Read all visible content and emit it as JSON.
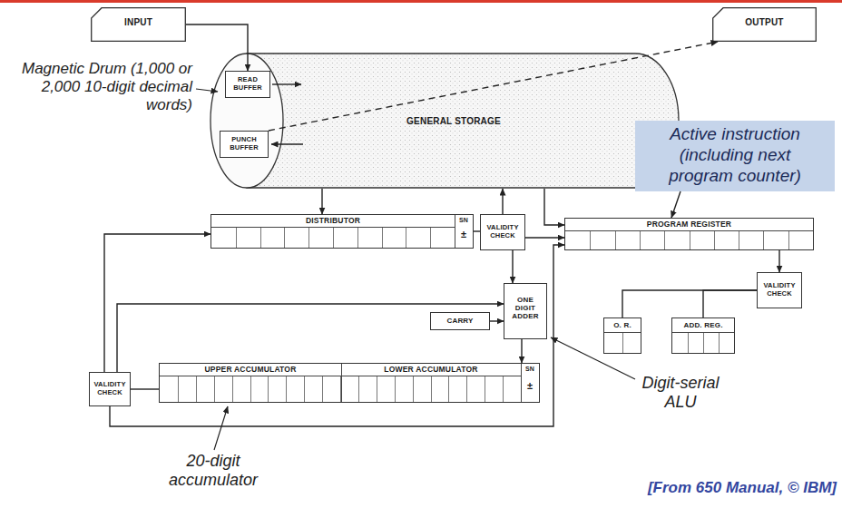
{
  "diagram": {
    "nodes": [
      {
        "text": [
          "INPUT"
        ]
      },
      {
        "text": [
          "OUTPUT"
        ]
      },
      {
        "text": [
          "GENERAL STORAGE"
        ]
      },
      {
        "text": [
          "READ BUFFER"
        ],
        "in": 2
      },
      {
        "text": [
          "PUNCH BUFFER"
        ],
        "in": 2
      },
      {
        "text": [
          "DISTRIBUTOR",
          "SN",
          "±"
        ]
      },
      {
        "text": [
          "VALIDITY CHECK"
        ]
      },
      {
        "text": [
          "PROGRAM REGISTER"
        ]
      },
      {
        "text": [
          "VALIDITY CHECK"
        ]
      },
      {
        "text": [
          "O. R."
        ]
      },
      {
        "text": [
          "ADD. REG."
        ]
      },
      {
        "text": [
          "ONE DIGIT ADDER"
        ]
      },
      {
        "text": [
          "CARRY"
        ]
      },
      {
        "text": [
          "UPPER ACCUMULATOR",
          "LOWER ACCUMULATOR",
          "SN",
          "±"
        ]
      },
      {
        "text": [
          "VALIDITY CHECK"
        ]
      },
      {
        "text": [
          "Active instruction (including next program counter)"
        ]
      }
    ],
    "edges": [
      {
        "from": 0,
        "to": 3,
        "arrow": "to"
      },
      {
        "from": 4,
        "to": 1,
        "arrow": "to"
      },
      {
        "from": 2,
        "to": 5,
        "arrow": "to"
      },
      {
        "from": 5,
        "to": 6,
        "arrow": "none"
      },
      {
        "from": 6,
        "to": 2,
        "arrow": "to"
      },
      {
        "from": 6,
        "to": 7,
        "arrow": "to"
      },
      {
        "from": 6,
        "to": 11,
        "arrow": "to"
      },
      {
        "from": 2,
        "to": 7,
        "arrow": "to"
      },
      {
        "from": 7,
        "to": 8,
        "arrow": "to"
      },
      {
        "from": 8,
        "to": 9,
        "arrow": "none"
      },
      {
        "from": 8,
        "to": 10,
        "arrow": "none"
      },
      {
        "from": 11,
        "to": 13,
        "arrow": "to"
      },
      {
        "from": 12,
        "to": 11,
        "arrow": "to"
      },
      {
        "from": 13,
        "to": 14,
        "arrow": "none"
      },
      {
        "from": 14,
        "to": 5,
        "arrow": "to"
      },
      {
        "from": 14,
        "to": 11,
        "arrow": "to"
      },
      {
        "from": 14,
        "to": 7,
        "arrow": "to"
      },
      {
        "from": 15,
        "to": 7,
        "arrow": "to"
      }
    ],
    "labels": [
      "Magnetic Drum (1,000 or 2,000 10-digit decimal words)",
      "Digit-serial ALU",
      "20-digit accumulator",
      "[From 650 Manual, © IBM]"
    ]
  }
}
